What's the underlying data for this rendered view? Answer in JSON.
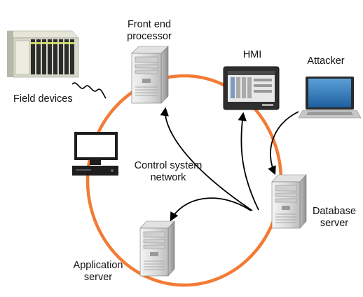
{
  "labels": {
    "field_devices": "Field devices",
    "front_end_processor": "Front end\nprocessor",
    "hmi": "HMI",
    "attacker": "Attacker",
    "control_network": "Control system\nnetwork",
    "database_server": "Database\nserver",
    "application_server": "Application\nserver"
  },
  "colors": {
    "ring": "#f27b35",
    "arrow": "#000000"
  },
  "icons": {
    "field_devices": "plc-rack-icon",
    "front_end_processor": "server-tower-icon",
    "hmi": "touch-panel-icon",
    "attacker": "laptop-icon",
    "workstation": "desktop-workstation-icon",
    "database_server": "server-tower-icon",
    "application_server": "server-tower-icon"
  }
}
